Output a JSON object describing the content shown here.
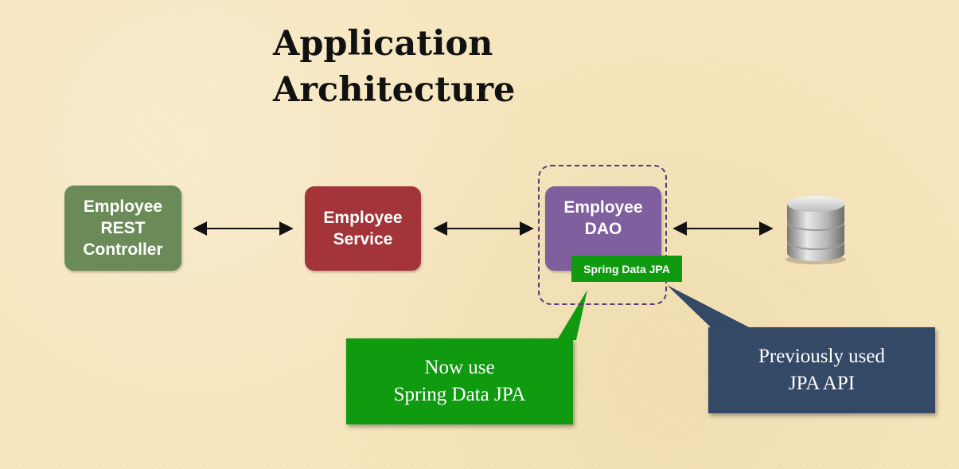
{
  "title": {
    "line1": "Application",
    "line2": "Architecture"
  },
  "nodes": {
    "controller": {
      "line1": "Employee",
      "line2": "REST",
      "line3": "Controller"
    },
    "service": {
      "line1": "Employee",
      "line2": "Service"
    },
    "dao": {
      "line1": "Employee",
      "line2": "DAO",
      "badge": "Spring Data JPA"
    }
  },
  "callouts": {
    "now": {
      "line1": "Now use",
      "line2": "Spring Data JPA"
    },
    "previous": {
      "line1": "Previously used",
      "line2": "JPA API"
    }
  },
  "colors": {
    "controller": "#6a8b57",
    "service": "#a3343a",
    "dao": "#7f5f9e",
    "badge_green": "#109a10",
    "callout_navy": "#344966",
    "background": "#f7e6bd"
  },
  "icons": [
    "database-icon",
    "double-arrow"
  ]
}
